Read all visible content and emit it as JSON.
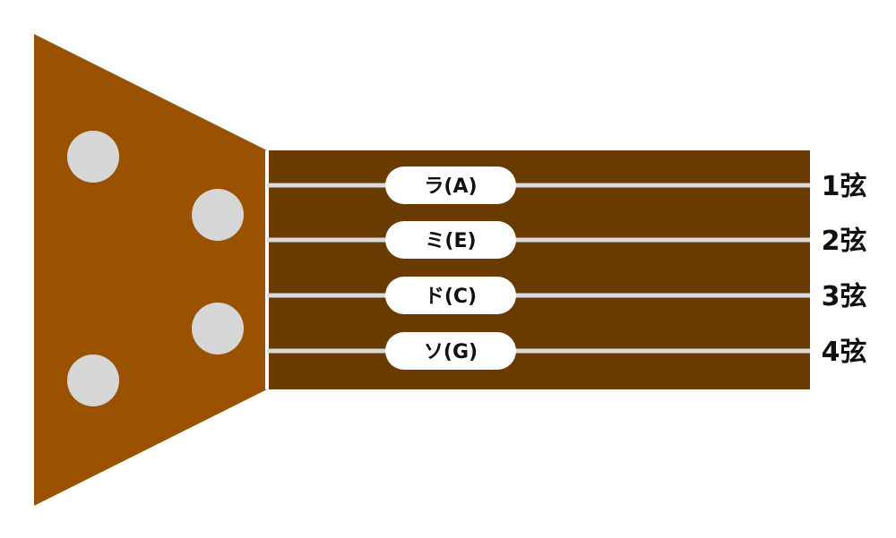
{
  "colors": {
    "headstock": "#9a5100",
    "fretboard": "#693b00",
    "peg": "#d6d6d6",
    "string": "#d9d9d9",
    "nut": "#ffffff",
    "label_bg": "#ffffff",
    "label_text": "#111111",
    "string_number_text": "#111111"
  },
  "strings": [
    {
      "note": "ラ(A)",
      "number_label": "1弦"
    },
    {
      "note": "ミ(E)",
      "number_label": "2弦"
    },
    {
      "note": "ド(C)",
      "number_label": "3弦"
    },
    {
      "note": "ソ(G)",
      "number_label": "4弦"
    }
  ],
  "tuning_peg_count": 4
}
